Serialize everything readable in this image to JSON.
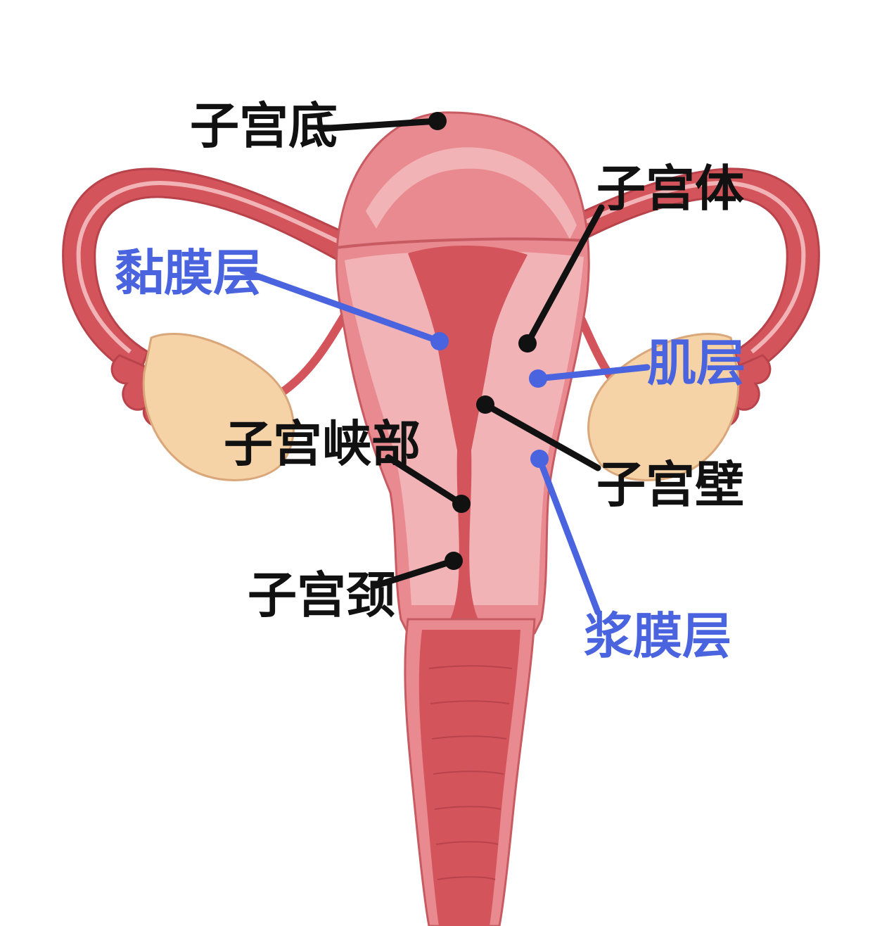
{
  "labels": {
    "fundus": "子宫底",
    "body": "子宫体",
    "endometrium": "黏膜层",
    "myometrium": "肌层",
    "isthmus": "子宫峡部",
    "wall": "子宫壁",
    "cervix": "子宫颈",
    "serosa": "浆膜层"
  },
  "colors": {
    "label_black": "#111111",
    "label_blue": "#4a63de",
    "tissue_dark": "#d4545c",
    "tissue_mid": "#e98a90",
    "tissue_light": "#f2b3b6",
    "ovary": "#f5d3a6"
  }
}
